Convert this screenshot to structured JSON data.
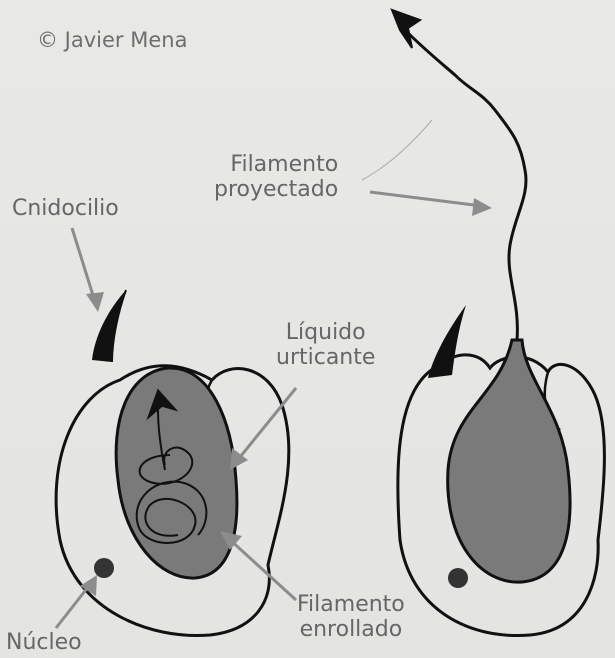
{
  "copyright": "© Javier Mena",
  "labels": {
    "cnidocilio": "Cnidocilio",
    "filamento_proyectado": [
      "Filamento",
      "proyectado"
    ],
    "liquido_urticante": [
      "Líquido",
      "urticante"
    ],
    "filamento_enrollado": [
      "Filamento",
      "enrollado"
    ],
    "nucleo": "Núcleo"
  },
  "colors": {
    "background": "#e6e6e4",
    "ink": "#111111",
    "capsule_fill": "#7a7a7a",
    "arrow_gray": "#8c8c8c",
    "label_text": "#666666"
  }
}
